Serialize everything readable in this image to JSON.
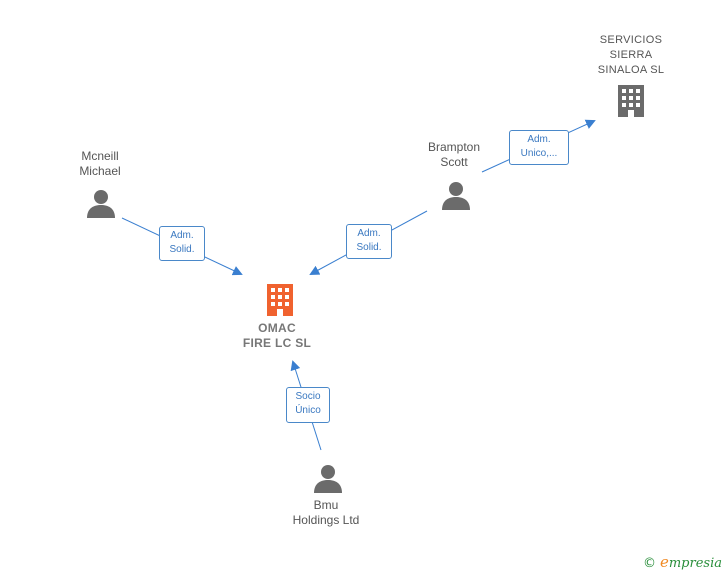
{
  "nodes": {
    "main": {
      "label": "OMAC\nFIRE LC  SL",
      "type": "company-main"
    },
    "servicios": {
      "label": "SERVICIOS\nSIERRA\nSINALOA  SL",
      "type": "company"
    },
    "mcneill": {
      "label": "Mcneill\nMichael",
      "type": "person"
    },
    "brampton": {
      "label": "Brampton\nScott",
      "type": "person"
    },
    "bmu": {
      "label": "Bmu\nHoldings Ltd",
      "type": "person"
    }
  },
  "edges": [
    {
      "id": "mcneill-main",
      "label": "Adm.\nSolid."
    },
    {
      "id": "brampton-main",
      "label": "Adm.\nSolid."
    },
    {
      "id": "brampton-servicios",
      "label": "Adm.\nUnico,..."
    },
    {
      "id": "bmu-main",
      "label": "Socio\nÚnico"
    }
  ],
  "colors": {
    "edge": "#3a7fd0",
    "person_icon": "#6b6b6b",
    "company_icon": "#6b6b6b",
    "main_company_icon": "#f0622f"
  },
  "footer": {
    "copyright": "©",
    "brand_initial": "e",
    "brand_rest": "mpresia"
  }
}
